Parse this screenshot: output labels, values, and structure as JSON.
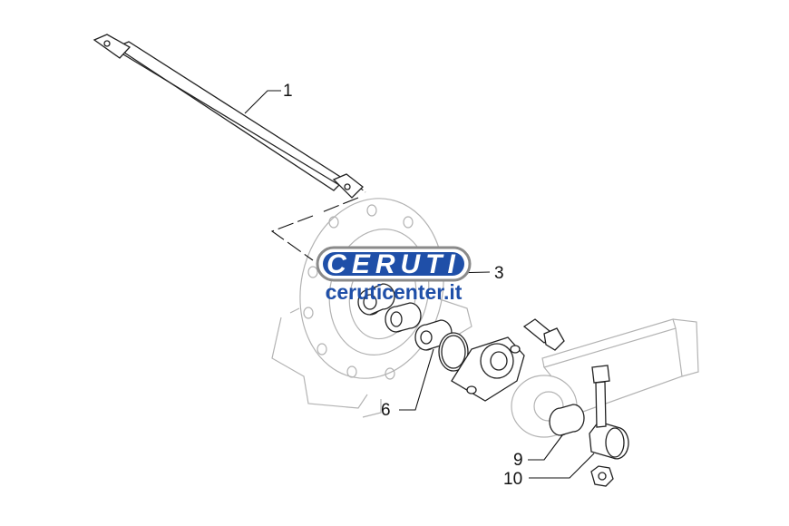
{
  "labels": {
    "part1": "1",
    "part3": "3",
    "part6": "6",
    "part9": "9",
    "part10": "10"
  },
  "watermark": {
    "brand": "CERUTI",
    "url": "ceruticenter.it"
  },
  "colors": {
    "logo_blue": "#1f4fa8",
    "logo_ring": "#8a8a8a",
    "ghost_gray": "#b3b3b3",
    "line": "#222222"
  }
}
